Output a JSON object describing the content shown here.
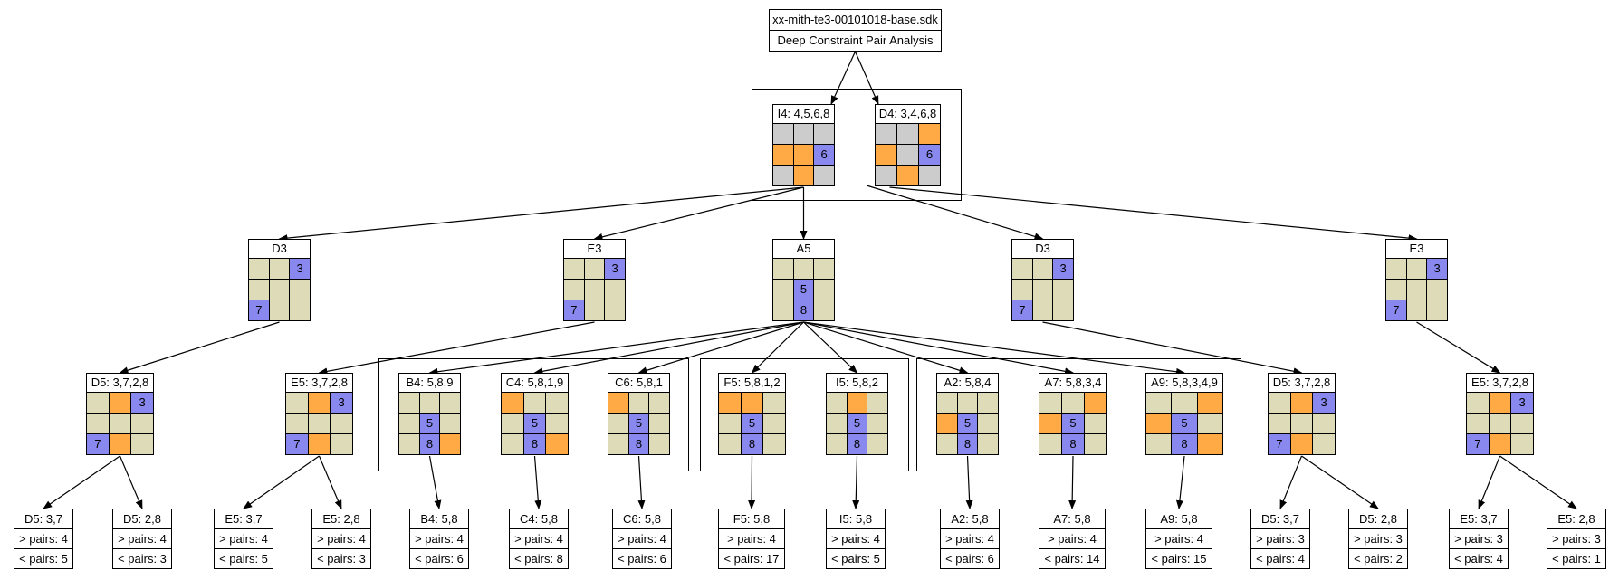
{
  "colors": {
    "grey": "#cccccc",
    "beige": "#dedcb8",
    "orange": "#ffaa44",
    "blue": "#8888ee"
  },
  "header": {
    "title": "xx-mith-te3-00101018-base.sdk",
    "subtitle": "Deep Constraint Pair Analysis"
  },
  "level1": [
    {
      "id": "i4",
      "label": "I4: 4,5,6,8",
      "cells": [
        [
          "G",
          ""
        ],
        [
          "G",
          ""
        ],
        [
          "G",
          ""
        ],
        [
          "O",
          ""
        ],
        [
          "O",
          ""
        ],
        [
          "B",
          "6"
        ],
        [
          "G",
          ""
        ],
        [
          "O",
          ""
        ],
        [
          "G",
          ""
        ]
      ]
    },
    {
      "id": "d4",
      "label": "D4: 3,4,6,8",
      "cells": [
        [
          "G",
          ""
        ],
        [
          "G",
          ""
        ],
        [
          "O",
          ""
        ],
        [
          "O",
          ""
        ],
        [
          "G",
          ""
        ],
        [
          "B",
          "6"
        ],
        [
          "G",
          ""
        ],
        [
          "O",
          ""
        ],
        [
          "G",
          ""
        ]
      ]
    }
  ],
  "level2": [
    {
      "id": "d3a",
      "label": "D3",
      "cells": [
        [
          "Y",
          ""
        ],
        [
          "Y",
          ""
        ],
        [
          "B",
          "3"
        ],
        [
          "Y",
          ""
        ],
        [
          "Y",
          ""
        ],
        [
          "Y",
          ""
        ],
        [
          "B",
          "7"
        ],
        [
          "Y",
          ""
        ],
        [
          "Y",
          ""
        ]
      ]
    },
    {
      "id": "e3a",
      "label": "E3",
      "cells": [
        [
          "Y",
          ""
        ],
        [
          "Y",
          ""
        ],
        [
          "B",
          "3"
        ],
        [
          "Y",
          ""
        ],
        [
          "Y",
          ""
        ],
        [
          "Y",
          ""
        ],
        [
          "B",
          "7"
        ],
        [
          "Y",
          ""
        ],
        [
          "Y",
          ""
        ]
      ]
    },
    {
      "id": "a5",
      "label": "A5",
      "cells": [
        [
          "Y",
          ""
        ],
        [
          "Y",
          ""
        ],
        [
          "Y",
          ""
        ],
        [
          "Y",
          ""
        ],
        [
          "B",
          "5"
        ],
        [
          "Y",
          ""
        ],
        [
          "Y",
          ""
        ],
        [
          "B",
          "8"
        ],
        [
          "Y",
          ""
        ]
      ]
    },
    {
      "id": "d3b",
      "label": "D3",
      "cells": [
        [
          "Y",
          ""
        ],
        [
          "Y",
          ""
        ],
        [
          "B",
          "3"
        ],
        [
          "Y",
          ""
        ],
        [
          "Y",
          ""
        ],
        [
          "Y",
          ""
        ],
        [
          "B",
          "7"
        ],
        [
          "Y",
          ""
        ],
        [
          "Y",
          ""
        ]
      ]
    },
    {
      "id": "e3b",
      "label": "E3",
      "cells": [
        [
          "Y",
          ""
        ],
        [
          "Y",
          ""
        ],
        [
          "B",
          "3"
        ],
        [
          "Y",
          ""
        ],
        [
          "Y",
          ""
        ],
        [
          "Y",
          ""
        ],
        [
          "B",
          "7"
        ],
        [
          "Y",
          ""
        ],
        [
          "Y",
          ""
        ]
      ]
    }
  ],
  "level3": [
    {
      "id": "d5a",
      "label": "D5: 3,7,2,8",
      "cells": [
        [
          "Y",
          ""
        ],
        [
          "O",
          ""
        ],
        [
          "B",
          "3"
        ],
        [
          "Y",
          ""
        ],
        [
          "Y",
          ""
        ],
        [
          "Y",
          ""
        ],
        [
          "B",
          "7"
        ],
        [
          "O",
          ""
        ],
        [
          "Y",
          ""
        ]
      ]
    },
    {
      "id": "e5a",
      "label": "E5: 3,7,2,8",
      "cells": [
        [
          "Y",
          ""
        ],
        [
          "O",
          ""
        ],
        [
          "B",
          "3"
        ],
        [
          "Y",
          ""
        ],
        [
          "Y",
          ""
        ],
        [
          "Y",
          ""
        ],
        [
          "B",
          "7"
        ],
        [
          "O",
          ""
        ],
        [
          "Y",
          ""
        ]
      ]
    },
    {
      "id": "b4",
      "label": "B4: 5,8,9",
      "cells": [
        [
          "Y",
          ""
        ],
        [
          "Y",
          ""
        ],
        [
          "Y",
          ""
        ],
        [
          "Y",
          ""
        ],
        [
          "B",
          "5"
        ],
        [
          "Y",
          ""
        ],
        [
          "Y",
          ""
        ],
        [
          "B",
          "8"
        ],
        [
          "O",
          ""
        ]
      ]
    },
    {
      "id": "c4",
      "label": "C4: 5,8,1,9",
      "cells": [
        [
          "O",
          ""
        ],
        [
          "Y",
          ""
        ],
        [
          "Y",
          ""
        ],
        [
          "Y",
          ""
        ],
        [
          "B",
          "5"
        ],
        [
          "Y",
          ""
        ],
        [
          "Y",
          ""
        ],
        [
          "B",
          "8"
        ],
        [
          "O",
          ""
        ]
      ]
    },
    {
      "id": "c6",
      "label": "C6: 5,8,1",
      "cells": [
        [
          "O",
          ""
        ],
        [
          "Y",
          ""
        ],
        [
          "Y",
          ""
        ],
        [
          "Y",
          ""
        ],
        [
          "B",
          "5"
        ],
        [
          "Y",
          ""
        ],
        [
          "Y",
          ""
        ],
        [
          "B",
          "8"
        ],
        [
          "Y",
          ""
        ]
      ]
    },
    {
      "id": "f5",
      "label": "F5: 5,8,1,2",
      "cells": [
        [
          "O",
          ""
        ],
        [
          "O",
          ""
        ],
        [
          "Y",
          ""
        ],
        [
          "Y",
          ""
        ],
        [
          "B",
          "5"
        ],
        [
          "Y",
          ""
        ],
        [
          "Y",
          ""
        ],
        [
          "B",
          "8"
        ],
        [
          "Y",
          ""
        ]
      ]
    },
    {
      "id": "i5",
      "label": "I5: 5,8,2",
      "cells": [
        [
          "Y",
          ""
        ],
        [
          "O",
          ""
        ],
        [
          "Y",
          ""
        ],
        [
          "Y",
          ""
        ],
        [
          "B",
          "5"
        ],
        [
          "Y",
          ""
        ],
        [
          "Y",
          ""
        ],
        [
          "B",
          "8"
        ],
        [
          "Y",
          ""
        ]
      ]
    },
    {
      "id": "a2",
      "label": "A2: 5,8,4",
      "cells": [
        [
          "Y",
          ""
        ],
        [
          "Y",
          ""
        ],
        [
          "Y",
          ""
        ],
        [
          "O",
          ""
        ],
        [
          "B",
          "5"
        ],
        [
          "Y",
          ""
        ],
        [
          "Y",
          ""
        ],
        [
          "B",
          "8"
        ],
        [
          "Y",
          ""
        ]
      ]
    },
    {
      "id": "a7",
      "label": "A7: 5,8,3,4",
      "cells": [
        [
          "Y",
          ""
        ],
        [
          "Y",
          ""
        ],
        [
          "O",
          ""
        ],
        [
          "O",
          ""
        ],
        [
          "B",
          "5"
        ],
        [
          "Y",
          ""
        ],
        [
          "Y",
          ""
        ],
        [
          "B",
          "8"
        ],
        [
          "Y",
          ""
        ]
      ]
    },
    {
      "id": "a9",
      "label": "A9: 5,8,3,4,9",
      "cells": [
        [
          "Y",
          ""
        ],
        [
          "Y",
          ""
        ],
        [
          "O",
          ""
        ],
        [
          "O",
          ""
        ],
        [
          "B",
          "5"
        ],
        [
          "Y",
          ""
        ],
        [
          "Y",
          ""
        ],
        [
          "B",
          "8"
        ],
        [
          "O",
          ""
        ]
      ]
    },
    {
      "id": "d5b",
      "label": "D5: 3,7,2,8",
      "cells": [
        [
          "Y",
          ""
        ],
        [
          "O",
          ""
        ],
        [
          "B",
          "3"
        ],
        [
          "Y",
          ""
        ],
        [
          "Y",
          ""
        ],
        [
          "Y",
          ""
        ],
        [
          "B",
          "7"
        ],
        [
          "O",
          ""
        ],
        [
          "Y",
          ""
        ]
      ]
    },
    {
      "id": "e5b",
      "label": "E5: 3,7,2,8",
      "cells": [
        [
          "Y",
          ""
        ],
        [
          "O",
          ""
        ],
        [
          "B",
          "3"
        ],
        [
          "Y",
          ""
        ],
        [
          "Y",
          ""
        ],
        [
          "Y",
          ""
        ],
        [
          "B",
          "7"
        ],
        [
          "O",
          ""
        ],
        [
          "Y",
          ""
        ]
      ]
    }
  ],
  "level4": [
    {
      "id": "l_d5_37a",
      "rows": [
        "D5: 3,7",
        "> pairs: 4",
        "< pairs: 5"
      ]
    },
    {
      "id": "l_d5_28a",
      "rows": [
        "D5: 2,8",
        "> pairs: 4",
        "< pairs: 3"
      ]
    },
    {
      "id": "l_e5_37a",
      "rows": [
        "E5: 3,7",
        "> pairs: 4",
        "< pairs: 5"
      ]
    },
    {
      "id": "l_e5_28a",
      "rows": [
        "E5: 2,8",
        "> pairs: 4",
        "< pairs: 3"
      ]
    },
    {
      "id": "l_b4",
      "rows": [
        "B4: 5,8",
        "> pairs: 4",
        "< pairs: 6"
      ]
    },
    {
      "id": "l_c4",
      "rows": [
        "C4: 5,8",
        "> pairs: 4",
        "< pairs: 8"
      ]
    },
    {
      "id": "l_c6",
      "rows": [
        "C6: 5,8",
        "> pairs: 4",
        "< pairs: 6"
      ]
    },
    {
      "id": "l_f5",
      "rows": [
        "F5: 5,8",
        "> pairs: 4",
        "< pairs: 17"
      ]
    },
    {
      "id": "l_i5",
      "rows": [
        "I5: 5,8",
        "> pairs: 4",
        "< pairs: 5"
      ]
    },
    {
      "id": "l_a2",
      "rows": [
        "A2: 5,8",
        "> pairs: 4",
        "< pairs: 6"
      ]
    },
    {
      "id": "l_a7",
      "rows": [
        "A7: 5,8",
        "> pairs: 4",
        "< pairs: 14"
      ]
    },
    {
      "id": "l_a9",
      "rows": [
        "A9: 5,8",
        "> pairs: 4",
        "< pairs: 15"
      ]
    },
    {
      "id": "l_d5_37b",
      "rows": [
        "D5: 3,7",
        "> pairs: 3",
        "< pairs: 4"
      ]
    },
    {
      "id": "l_d5_28b",
      "rows": [
        "D5: 2,8",
        "> pairs: 3",
        "< pairs: 2"
      ]
    },
    {
      "id": "l_e5_37b",
      "rows": [
        "E5: 3,7",
        "> pairs: 3",
        "< pairs: 4"
      ]
    },
    {
      "id": "l_e5_28b",
      "rows": [
        "E5: 2,8",
        "> pairs: 3",
        "< pairs: 1"
      ]
    }
  ],
  "edges": [
    [
      "header",
      "i4"
    ],
    [
      "header",
      "d4"
    ],
    [
      "i4",
      "d3a"
    ],
    [
      "i4",
      "e3a"
    ],
    [
      "i4",
      "a5"
    ],
    [
      "i4",
      "d3b"
    ],
    [
      "i4",
      "e3b"
    ],
    [
      "d3a",
      "d5a"
    ],
    [
      "e3a",
      "e5a"
    ],
    [
      "a5",
      "b4"
    ],
    [
      "a5",
      "c4"
    ],
    [
      "a5",
      "c6"
    ],
    [
      "a5",
      "f5"
    ],
    [
      "a5",
      "i5"
    ],
    [
      "a5",
      "a2"
    ],
    [
      "a5",
      "a7"
    ],
    [
      "a5",
      "a9"
    ],
    [
      "d3b",
      "d5b"
    ],
    [
      "e3b",
      "e5b"
    ],
    [
      "d5a",
      "l_d5_37a"
    ],
    [
      "d5a",
      "l_d5_28a"
    ],
    [
      "e5a",
      "l_e5_37a"
    ],
    [
      "e5a",
      "l_e5_28a"
    ],
    [
      "b4",
      "l_b4"
    ],
    [
      "c4",
      "l_c4"
    ],
    [
      "c6",
      "l_c6"
    ],
    [
      "f5",
      "l_f5"
    ],
    [
      "i5",
      "l_i5"
    ],
    [
      "a2",
      "l_a2"
    ],
    [
      "a7",
      "l_a7"
    ],
    [
      "a9",
      "l_a9"
    ],
    [
      "d5b",
      "l_d5_37b"
    ],
    [
      "d5b",
      "l_d5_28b"
    ],
    [
      "e5b",
      "l_e5_37b"
    ],
    [
      "e5b",
      "l_e5_28b"
    ]
  ]
}
